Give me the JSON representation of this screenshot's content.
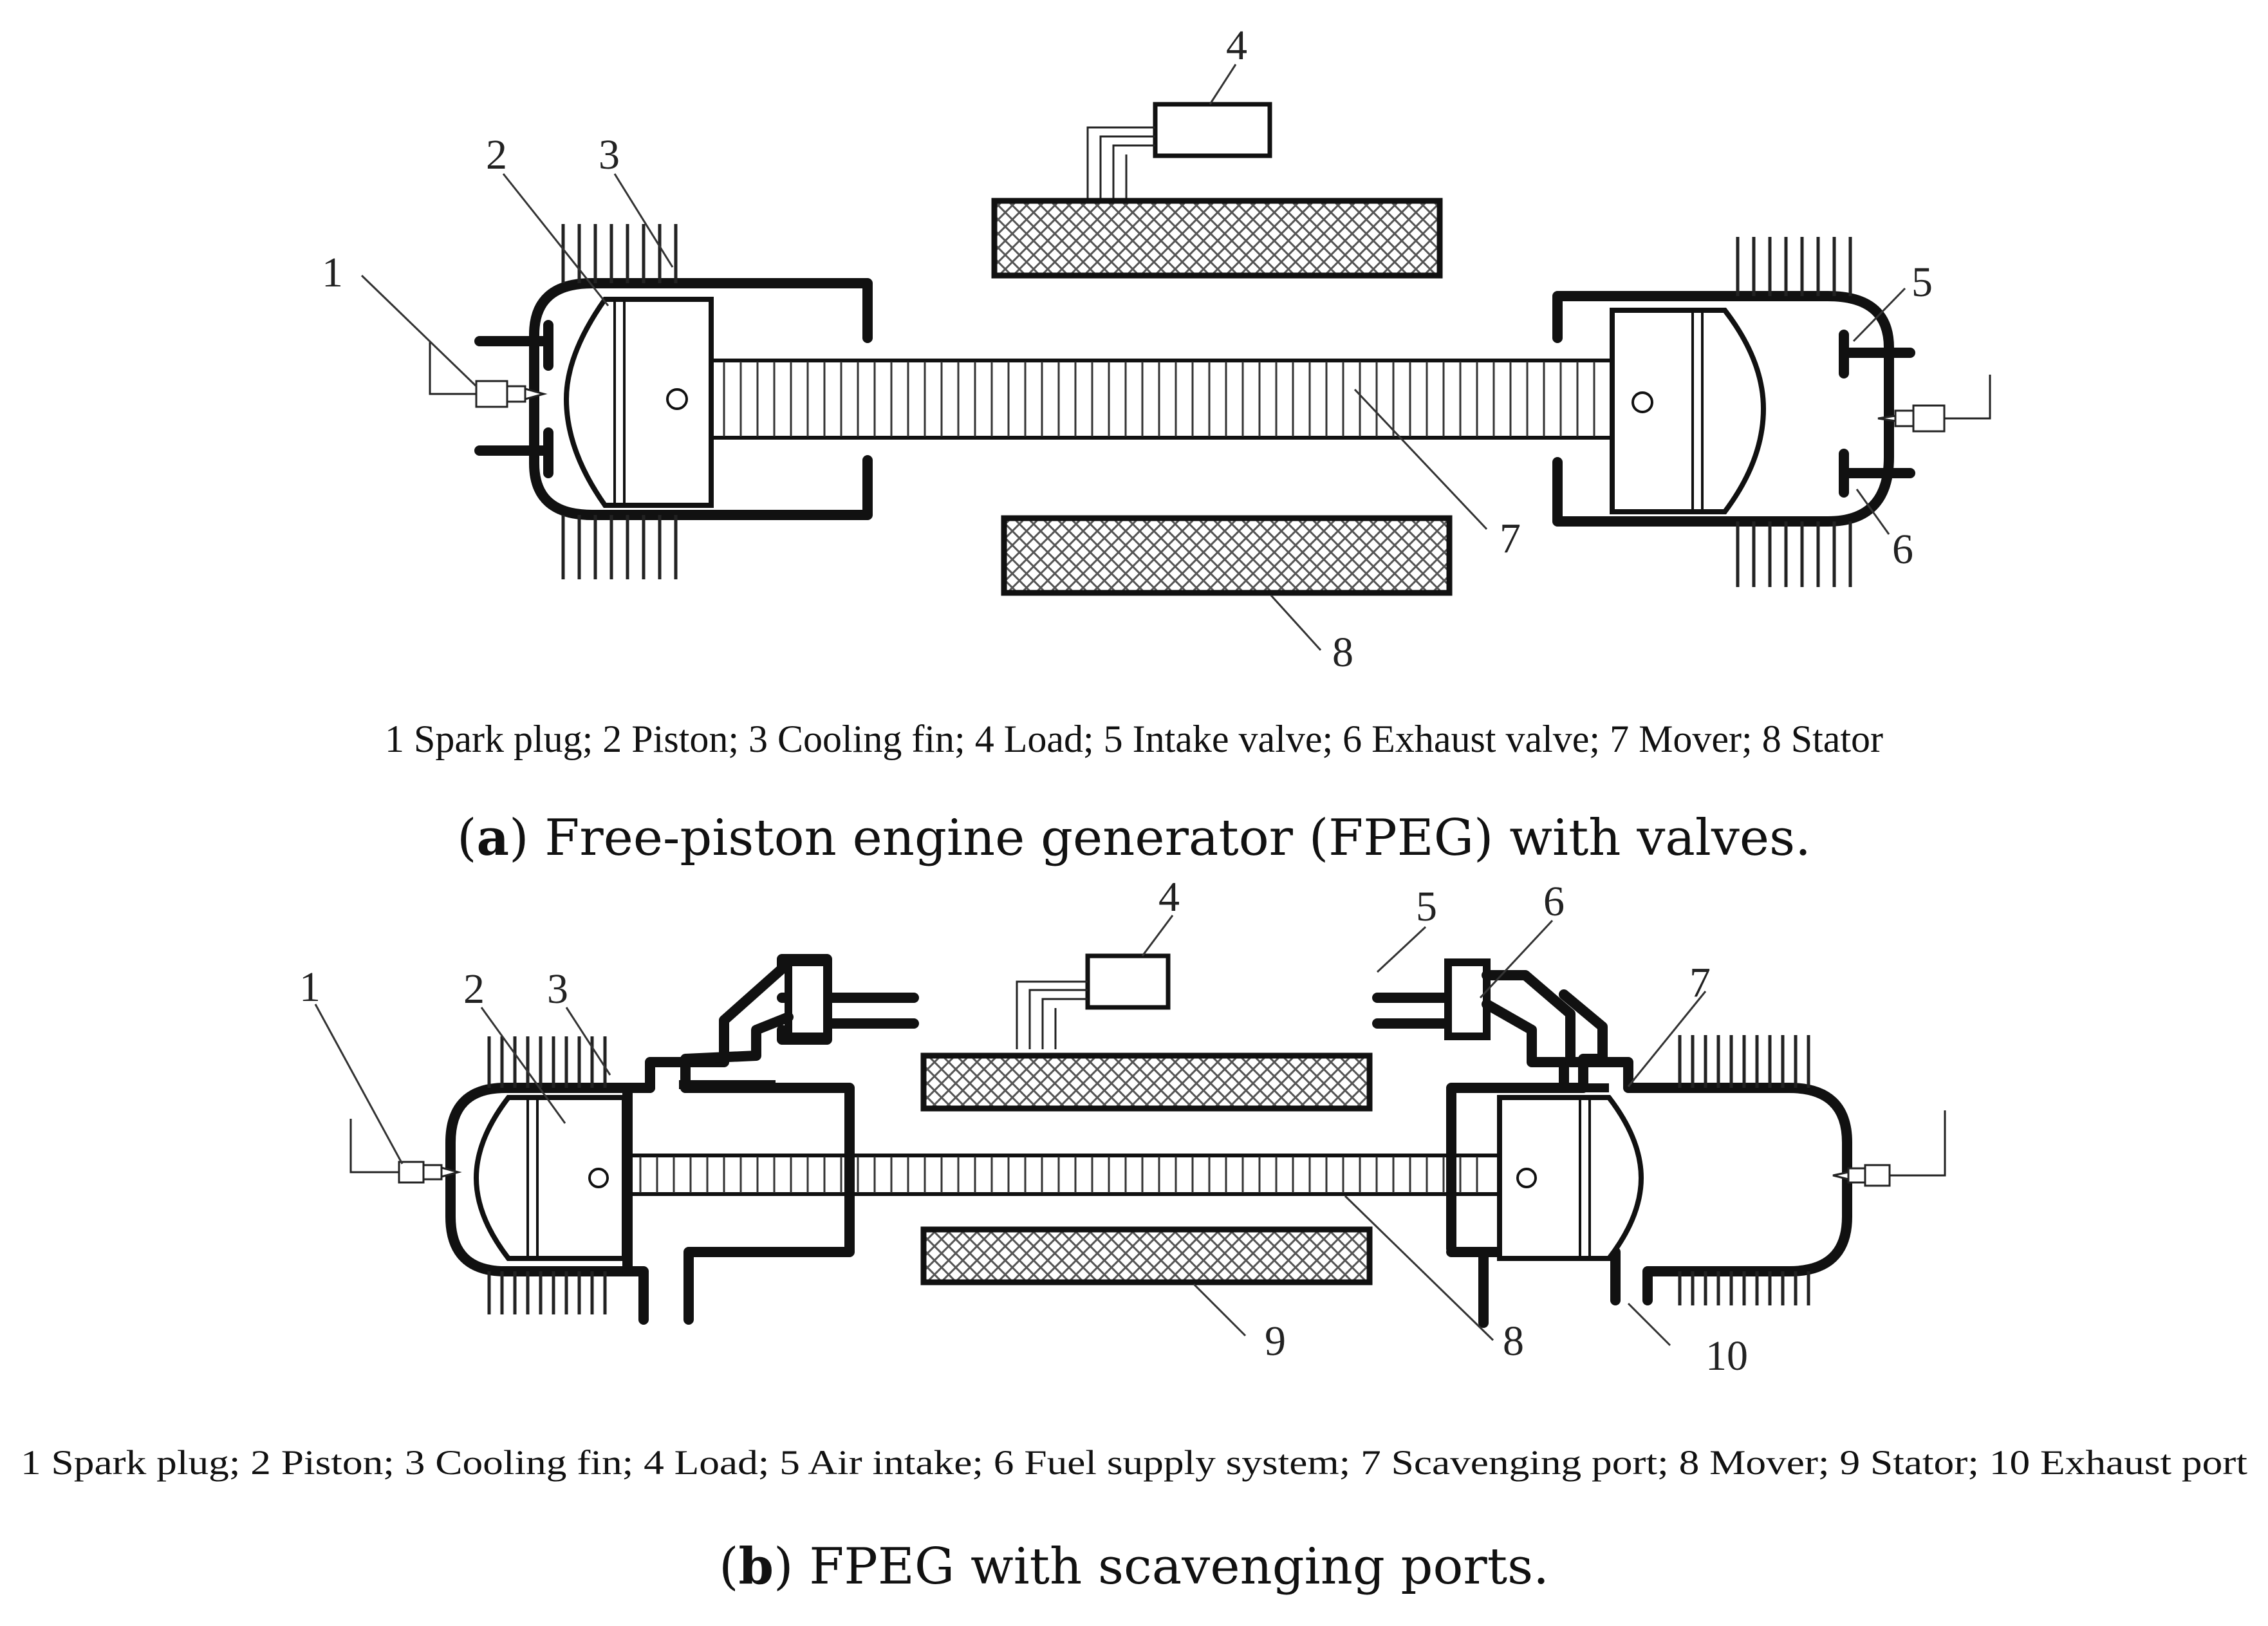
{
  "panel_a": {
    "numbers": [
      "1",
      "2",
      "3",
      "4",
      "5",
      "6",
      "7",
      "8"
    ],
    "legend": "1 Spark plug; 2 Piston; 3 Cooling fin; 4 Load; 5 Intake valve; 6 Exhaust valve; 7 Mover; 8 Stator",
    "caption_open": "(",
    "caption_letter": "a",
    "caption_rest": ") Free-piston engine generator (FPEG) with valves."
  },
  "panel_b": {
    "numbers": [
      "1",
      "2",
      "3",
      "4",
      "5",
      "6",
      "7",
      "8",
      "9",
      "10"
    ],
    "legend": "1 Spark plug; 2 Piston; 3 Cooling fin; 4 Load; 5 Air intake; 6 Fuel supply system; 7 Scavenging port; 8 Mover; 9 Stator; 10 Exhaust port",
    "caption_open": "(",
    "caption_letter": "b",
    "caption_rest": ") FPEG with scavenging ports."
  }
}
